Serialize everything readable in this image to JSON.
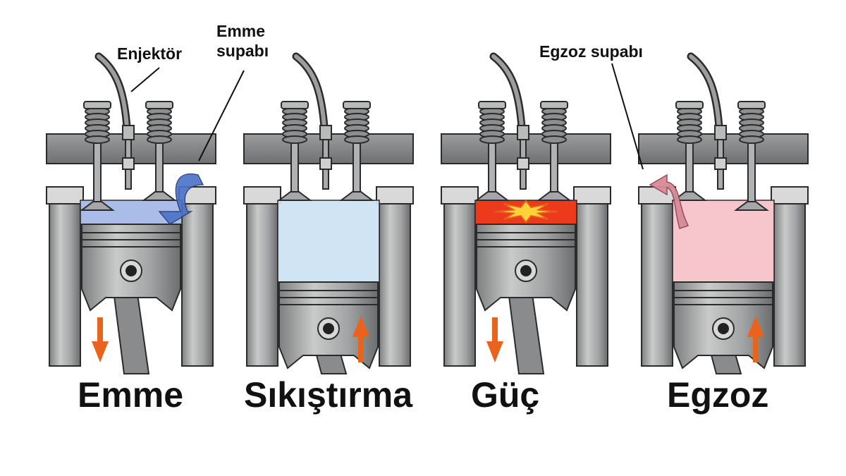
{
  "stages": [
    {
      "label": "Emme",
      "piston": "down",
      "chamber_fill": "#aabde8",
      "arrow_color": "#e8641c"
    },
    {
      "label": "Sıkıştırma",
      "piston": "up",
      "chamber_fill": "#cfe3f2",
      "arrow_color": "#e8641c"
    },
    {
      "label": "Güç",
      "piston": "down",
      "chamber_fill": "#ee3a1c",
      "arrow_color": "#e8641c"
    },
    {
      "label": "Egzoz",
      "piston": "up",
      "chamber_fill": "#f6c6cc",
      "arrow_color": "#e8641c"
    }
  ],
  "callouts": {
    "injector": "Enjektör",
    "intake_valve_line1": "Emme",
    "intake_valve_line2": "supabı",
    "exhaust_valve": "Egzoz supabı"
  },
  "colors": {
    "metal": "#a9aaab",
    "metal_dark": "#6f7071",
    "outline": "#2b2b2b",
    "intake_flow": "#4a72c8",
    "exhaust_flow": "#d98a96",
    "spark": "#ffd23a"
  }
}
